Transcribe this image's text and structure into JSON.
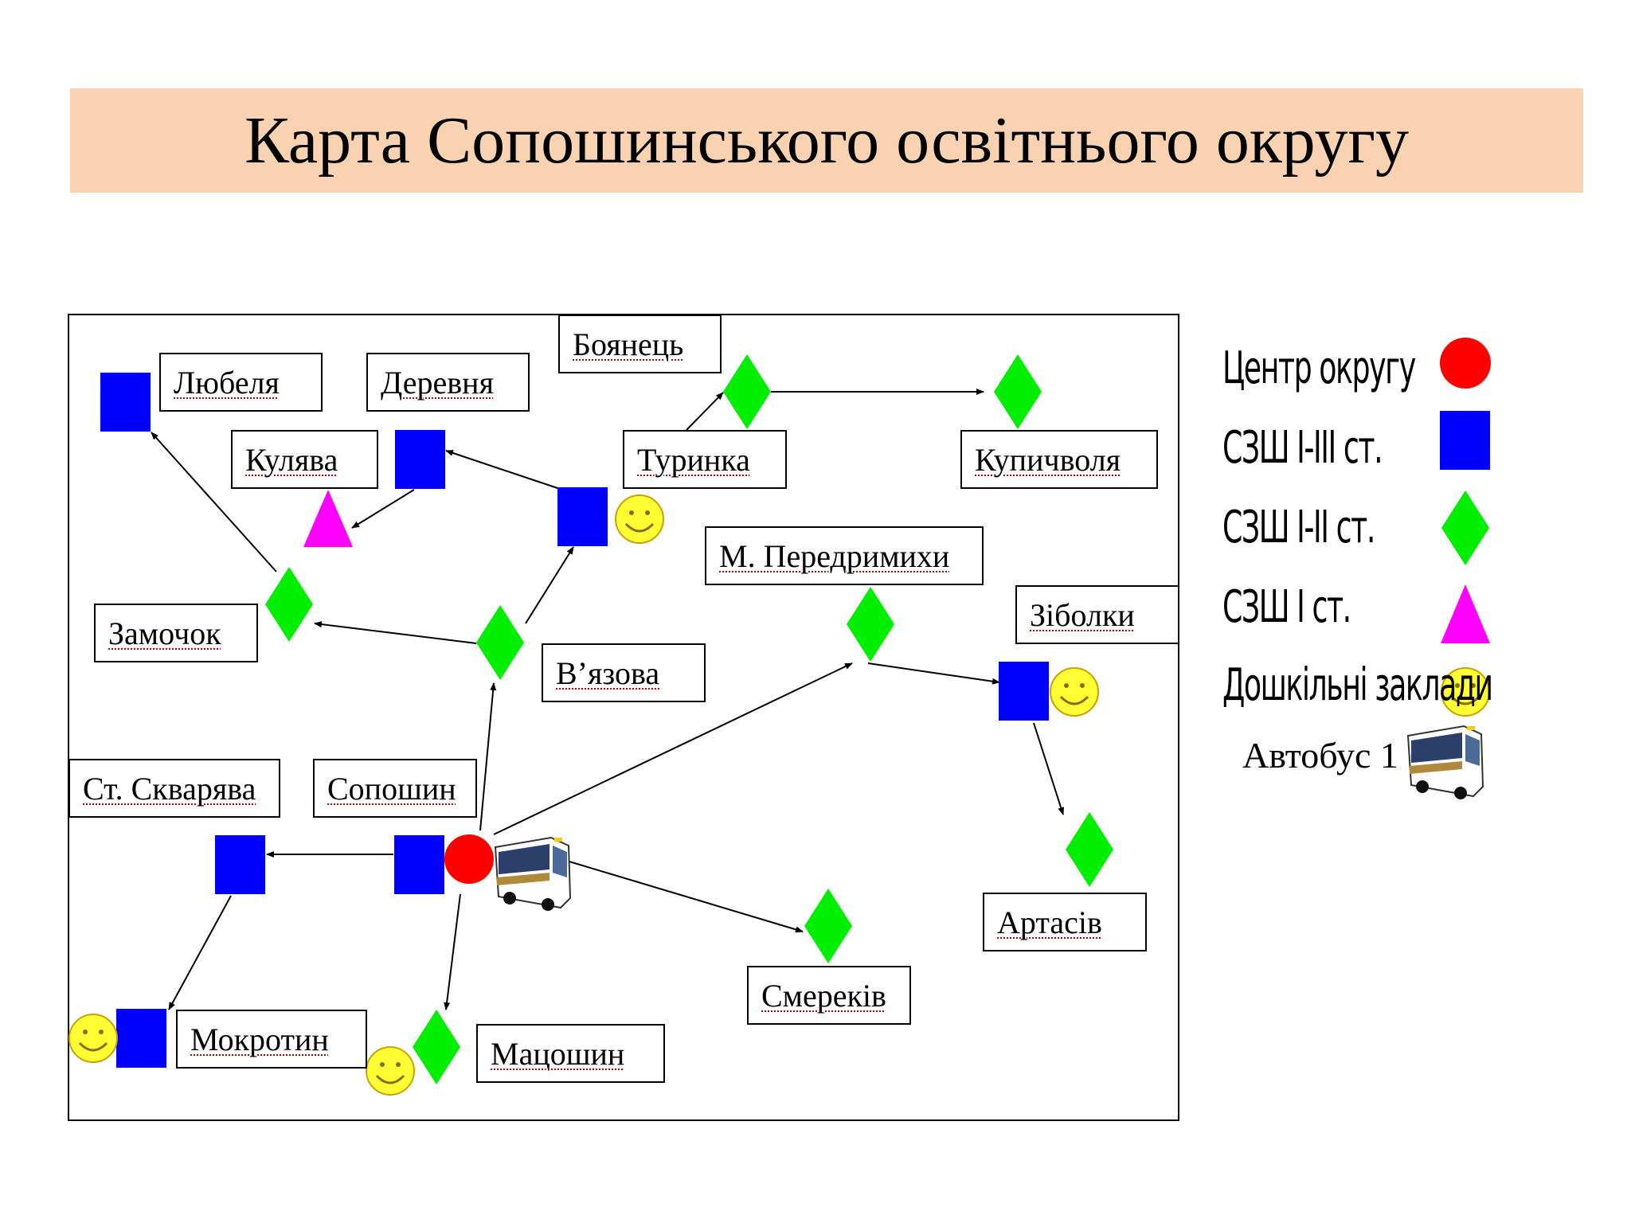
{
  "title": "Карта Сопошинського освітнього округу",
  "places": {
    "lyubelya": "Любеля",
    "derevnya": "Деревня",
    "boyanets": "Боянець",
    "kulyava": "Кулява",
    "turynka": "Туринка",
    "kupychvolya": "Купичволя",
    "m_peredrymykhy": "М. Передримихи",
    "zamochok": "Замочок",
    "vyazova": "В’язова",
    "zibolky": "Зіболки",
    "st_skvaryava": "Ст. Скварява",
    "soposhyn": "Сопошин",
    "artasiv": "Артасів",
    "smerekiv": "Смереків",
    "mokrotyn": "Мокротин",
    "matsoshyn": "Мацошин"
  },
  "legend": {
    "center": "Центр округу",
    "school_1_3": "СЗШ І-ІІІ ст.",
    "school_1_2": "СЗШ І-ІІ ст.",
    "school_1": "СЗШ І ст.",
    "preschool": "Дошкільні заклади",
    "bus": "Автобус 1"
  },
  "colors": {
    "title_bg": "#f9d3b1",
    "center": "#ff0000",
    "school_1_3": "#0000ff",
    "school_1_2": "#00ee00",
    "school_1": "#ff00ff",
    "preschool": "#ffff33"
  }
}
